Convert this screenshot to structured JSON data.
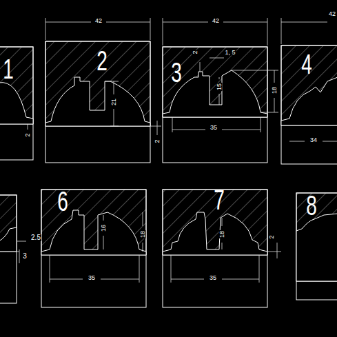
{
  "diagram": {
    "labels": [
      "1",
      "2",
      "42",
      "2",
      "21",
      "2",
      "42",
      "3",
      "2",
      "1, 5",
      "15",
      "18",
      "35",
      "42",
      "4",
      "34",
      "2.5",
      "3",
      "6",
      "16",
      "18",
      "35",
      "7",
      "18",
      "35",
      "2",
      "8"
    ]
  }
}
